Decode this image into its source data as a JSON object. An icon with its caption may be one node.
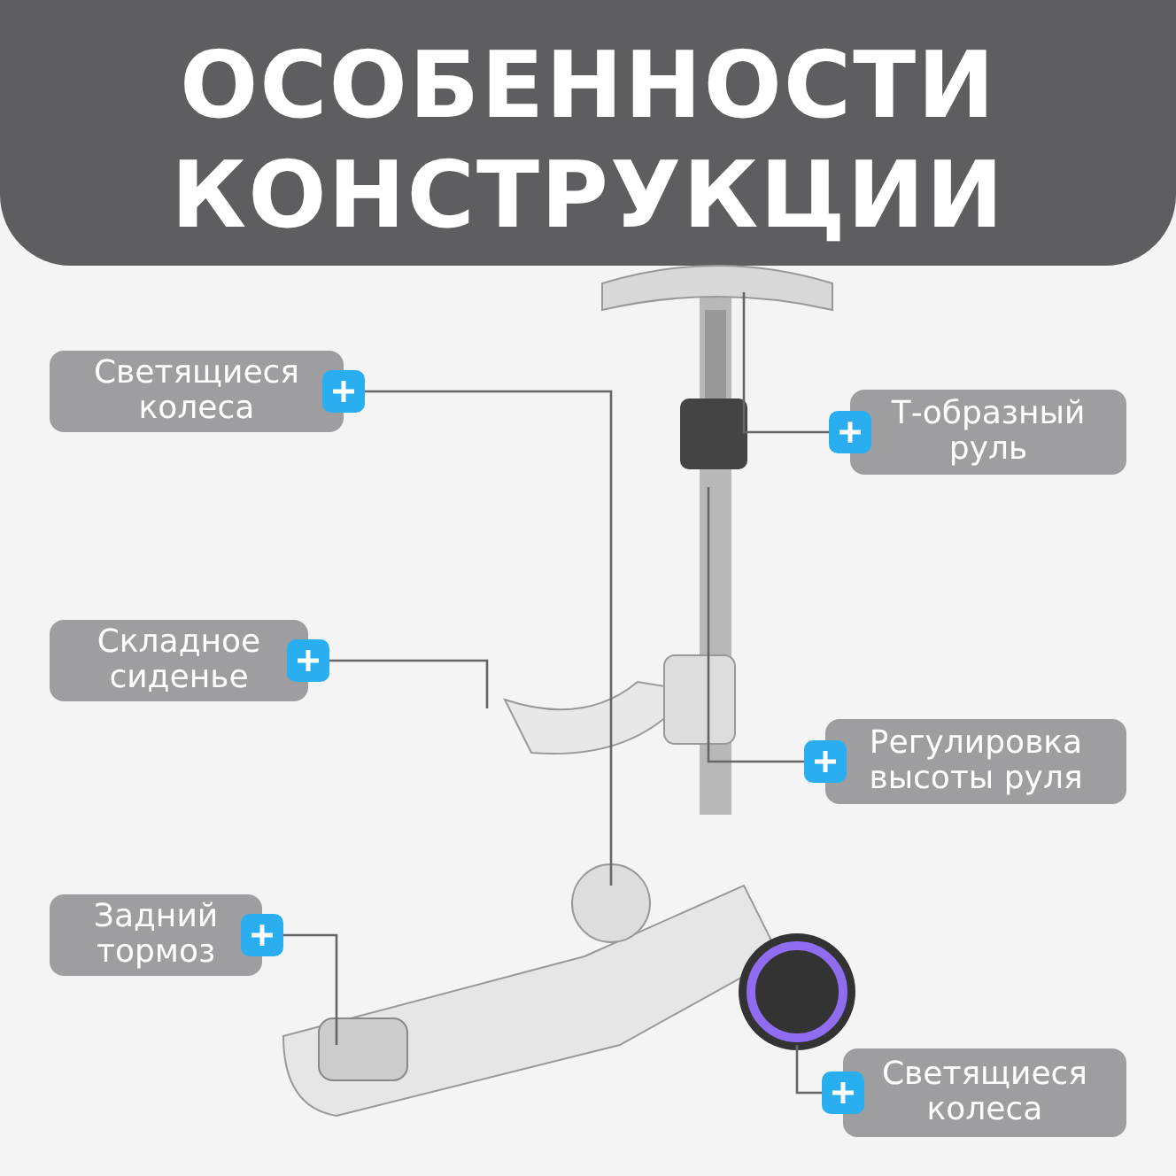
{
  "diagram": {
    "title": "ОСОБЕННОСТИ КОНСТРУКЦИИ",
    "nodes": [
      {
        "text": [
          "Светящиеся колеса"
        ]
      },
      {
        "text": [
          "Т-образный руль"
        ]
      },
      {
        "text": [
          "Складное сиденье"
        ]
      },
      {
        "text": [
          "Регулировка высоты руля"
        ]
      },
      {
        "text": [
          "Задний тормоз"
        ]
      },
      {
        "text": [
          "Светящиеся колеса"
        ]
      }
    ],
    "edges": [
      {
        "from": 0,
        "to": null,
        "arrow": "none"
      },
      {
        "from": 1,
        "to": null,
        "arrow": "none"
      },
      {
        "from": 2,
        "to": null,
        "arrow": "none"
      },
      {
        "from": 3,
        "to": null,
        "arrow": "none"
      },
      {
        "from": 4,
        "to": null,
        "arrow": "none"
      },
      {
        "from": 5,
        "to": null,
        "arrow": "none"
      }
    ]
  }
}
